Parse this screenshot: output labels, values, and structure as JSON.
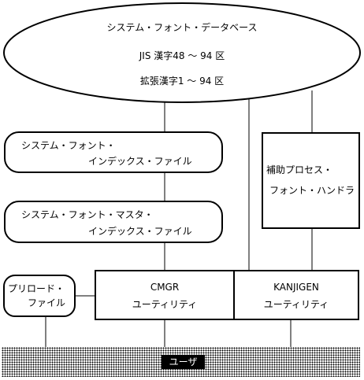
{
  "db": {
    "title": "システム・フォント・データベース",
    "line1": "JIS 漢字48 ～ 94 区",
    "line2": "拡張漢字1 ～ 94 区"
  },
  "sys_index": {
    "line1": "システム・フォント・",
    "line2": "インデックス・ファイル"
  },
  "master_index": {
    "line1": "システム・フォント・マスタ・",
    "line2": "インデックス・ファイル"
  },
  "helper": {
    "line1": "補助プロセス・",
    "line2": "フォント・ハンドラ"
  },
  "preload": {
    "line1": "プリロード・",
    "line2": "ファイル"
  },
  "cmgr": {
    "name": "CMGR",
    "sub": "ユーティリティ"
  },
  "kanjigen": {
    "name": "KANJIGEN",
    "sub": "ユーティリティ"
  },
  "user": {
    "label": "ユーザ"
  }
}
